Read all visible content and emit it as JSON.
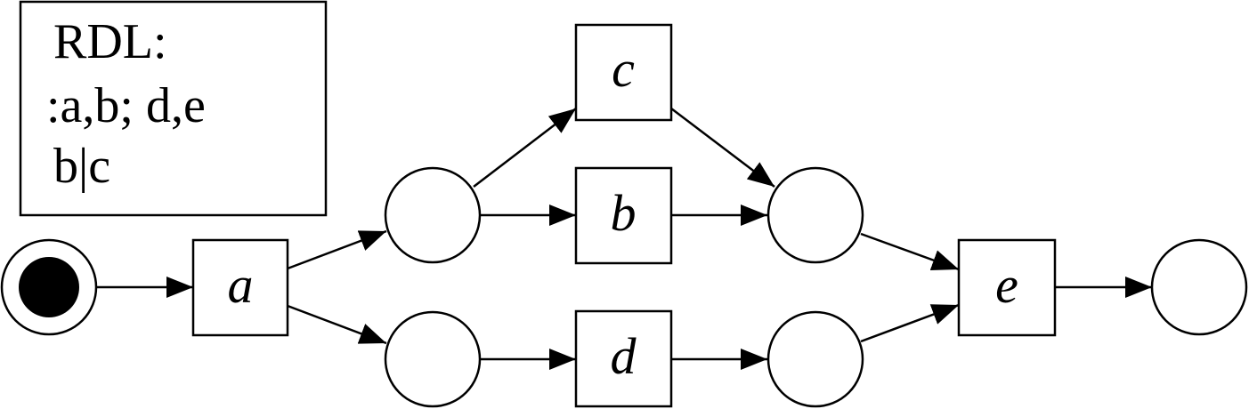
{
  "legend": {
    "lines": [
      "RDL:",
      ":a,b; d,e",
      "b|c"
    ]
  },
  "transitions": {
    "a": "a",
    "b": "b",
    "c": "c",
    "d": "d",
    "e": "e"
  },
  "colors": {
    "stroke": "#000000",
    "fill": "#ffffff",
    "token": "#000000"
  }
}
